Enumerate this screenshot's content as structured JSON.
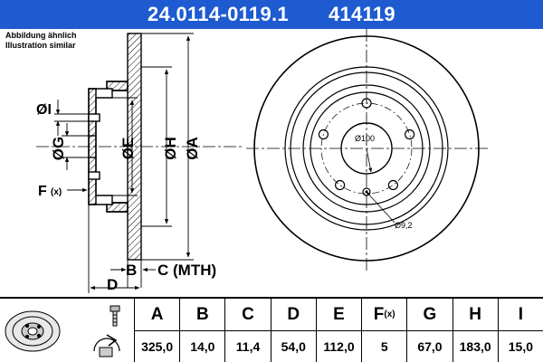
{
  "header": {
    "part_number": "24.0114-0119.1",
    "article_number": "414119",
    "bg_color": "#1e5bd0"
  },
  "note": {
    "line1": "Abbildung ähnlich",
    "line2": "Illustration similar"
  },
  "drawing": {
    "labels": {
      "A": "ØA",
      "H": "ØH",
      "E": "ØE",
      "G": "ØG",
      "I": "ØI",
      "F": "F",
      "F_sub": "(x)",
      "B": "B",
      "C": "C (MTH)",
      "D": "D"
    },
    "front_view": {
      "pcd_label": "Ø100",
      "hole_label": "Ø9,2"
    }
  },
  "spec_table": {
    "columns": [
      {
        "head": "A",
        "value": "325,0"
      },
      {
        "head": "B",
        "value": "14,0"
      },
      {
        "head": "C",
        "value": "11,4"
      },
      {
        "head": "D",
        "value": "54,0"
      },
      {
        "head": "E",
        "value": "112,0"
      },
      {
        "head": "F",
        "head_sub": "(x)",
        "value": "5"
      },
      {
        "head": "G",
        "value": "67,0"
      },
      {
        "head": "H",
        "value": "183,0"
      },
      {
        "head": "I",
        "value": "15,0"
      }
    ]
  }
}
